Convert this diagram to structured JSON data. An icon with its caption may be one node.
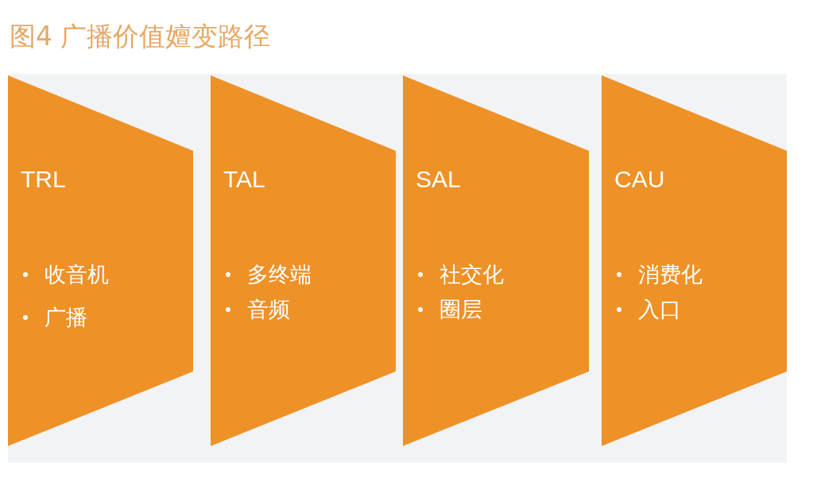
{
  "diagram": {
    "title": "图4 广播价值嬗变路径",
    "nodes": [
      {
        "text": [
          "TRL",
          "收音机",
          "广播"
        ]
      },
      {
        "text": [
          "TAL",
          "多终端",
          "音频"
        ]
      },
      {
        "text": [
          "SAL",
          "社交化",
          "圈层"
        ]
      },
      {
        "text": [
          "CAU",
          "消费化",
          "入口"
        ]
      }
    ]
  }
}
